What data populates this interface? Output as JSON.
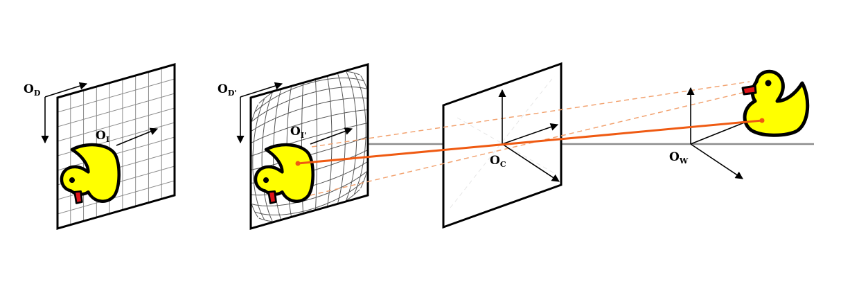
{
  "labels": {
    "o_d": {
      "main": "O",
      "sub": "D"
    },
    "o_i": {
      "main": "O",
      "sub": "I"
    },
    "o_dp": {
      "main": "O",
      "sub": "D'"
    },
    "o_ip": {
      "main": "O",
      "sub": "I'"
    },
    "o_c": {
      "main": "O",
      "sub": "C"
    },
    "o_w": {
      "main": "O",
      "sub": "W"
    }
  },
  "colors": {
    "ray": "#ef5a12",
    "ray_dashed": "#f2a371",
    "duck_body": "#ffff00",
    "duck_beak": "#e0141a",
    "optical_axis": "#8c8c8c",
    "grid": "#8a8a8a"
  },
  "icons": [
    "rubber-duck-icon"
  ]
}
